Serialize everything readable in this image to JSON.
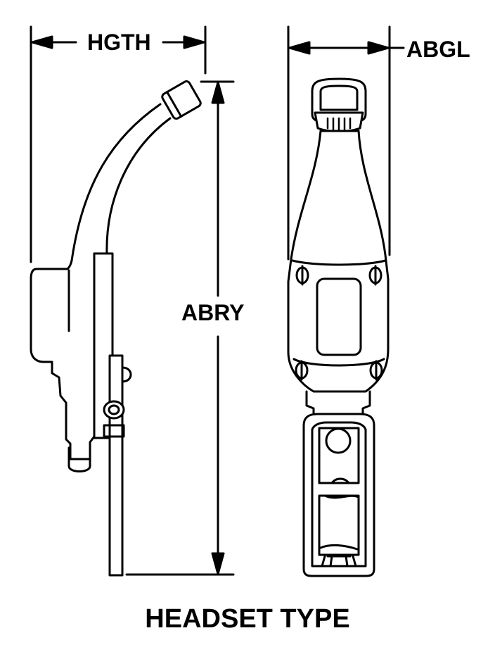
{
  "dimensions": {
    "hgth": "HGTH",
    "abgl": "ABGL",
    "abry": "ABRY"
  },
  "caption": "HEADSET TYPE"
}
